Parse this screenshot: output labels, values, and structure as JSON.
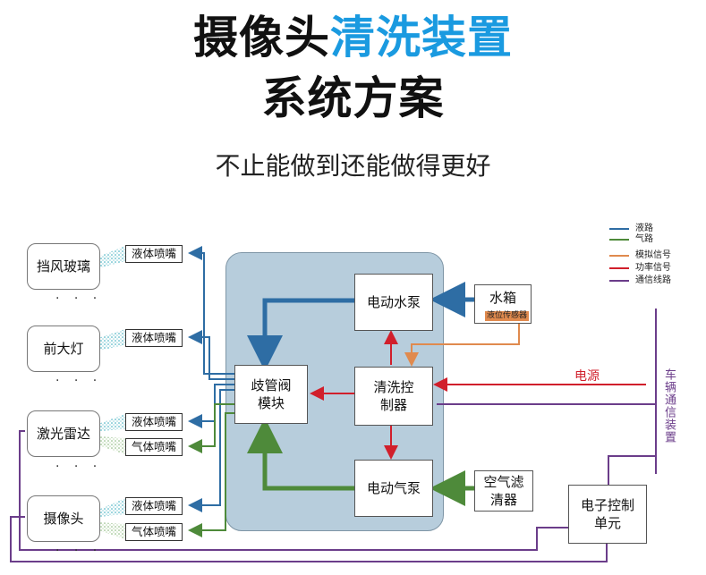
{
  "title": {
    "line1_part1": "摄像头",
    "line1_part2": "清洗装置",
    "line2": "系统方案"
  },
  "subtitle": "不止能做到还能做得更好",
  "components": {
    "windshield": "挡风玻璃",
    "headlight": "前大灯",
    "lidar": "激光雷达",
    "camera": "摄像头"
  },
  "nozzles": {
    "liquid": "液体喷嘴",
    "gas": "气体喷嘴"
  },
  "dots": "· · ·",
  "blocks": {
    "manifold": "歧管阀模块",
    "pump_water": "电动水泵",
    "controller": "清洗控制器",
    "pump_air": "电动气泵",
    "tank": "水箱",
    "level_sensor": "液位传感器",
    "air_filter": "空气滤清器",
    "ecu": "电子控制单元"
  },
  "labels": {
    "power": "电源",
    "vehicle_bus": "车辆通信装置"
  },
  "legend": [
    {
      "label": "液路",
      "color": "#2e6da4"
    },
    {
      "label": "气路",
      "color": "#4e8a3a"
    },
    {
      "label": "模拟信号",
      "color": "#e08a4e"
    },
    {
      "label": "功率信号",
      "color": "#d11f2b"
    },
    {
      "label": "通信线路",
      "color": "#6b3d8a"
    }
  ]
}
